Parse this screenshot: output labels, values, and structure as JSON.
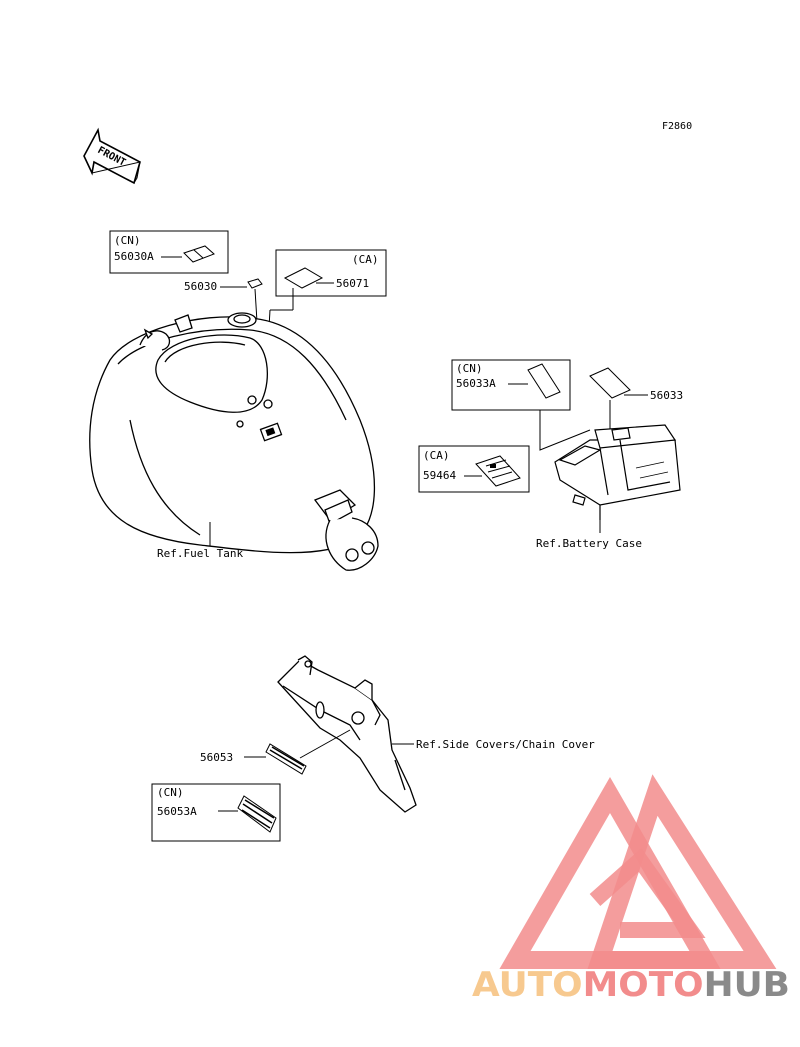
{
  "figure_code": "F2860",
  "front_label": "FRONT",
  "boxes": {
    "cn_56030a": {
      "region": "(CN)",
      "part": "56030A"
    },
    "ca_56071": {
      "region": "(CA)"
    },
    "cn_56033a": {
      "region": "(CN)",
      "part": "56033A"
    },
    "ca_59464": {
      "region": "(CA)",
      "part": "59464"
    },
    "cn_56053a": {
      "region": "(CN)",
      "part": "56053A"
    }
  },
  "parts": {
    "p56030": "56030",
    "p56071": "56071",
    "p56033": "56033",
    "p56053": "56053"
  },
  "refs": {
    "fuel_tank": "Ref.Fuel Tank",
    "battery_case": "Ref.Battery Case",
    "side_covers": "Ref.Side Covers/Chain Cover"
  },
  "watermark": {
    "part1": "AUTO",
    "part2": "MOTO",
    "part3": "HUB",
    "color_light": "#f7c98f",
    "color_mid": "#f28c8c",
    "color_dark": "#8a8a8a"
  }
}
